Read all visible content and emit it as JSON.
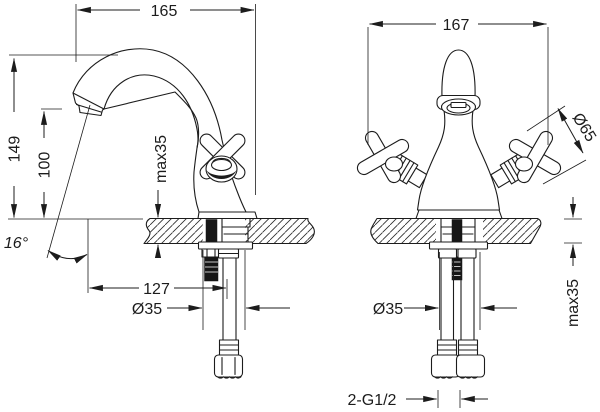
{
  "meta": {
    "drawing_type": "basin faucet technical drawing",
    "background": "#ffffff",
    "line_color": "#1c1c1c"
  },
  "side_view": {
    "spout_reach": "165",
    "overall_height": "149",
    "outlet_height": "100",
    "max_deck_thickness": "max35",
    "stream_angle": "16°",
    "outlet_offset": "127",
    "mounting_hole_diameter": "Ø35"
  },
  "front_view": {
    "overall_width": "167",
    "handle_diameter": "Ø65",
    "max_deck_thickness": "max35",
    "mounting_hole_diameter": "Ø35",
    "supply_connection": "2-G1/2"
  }
}
